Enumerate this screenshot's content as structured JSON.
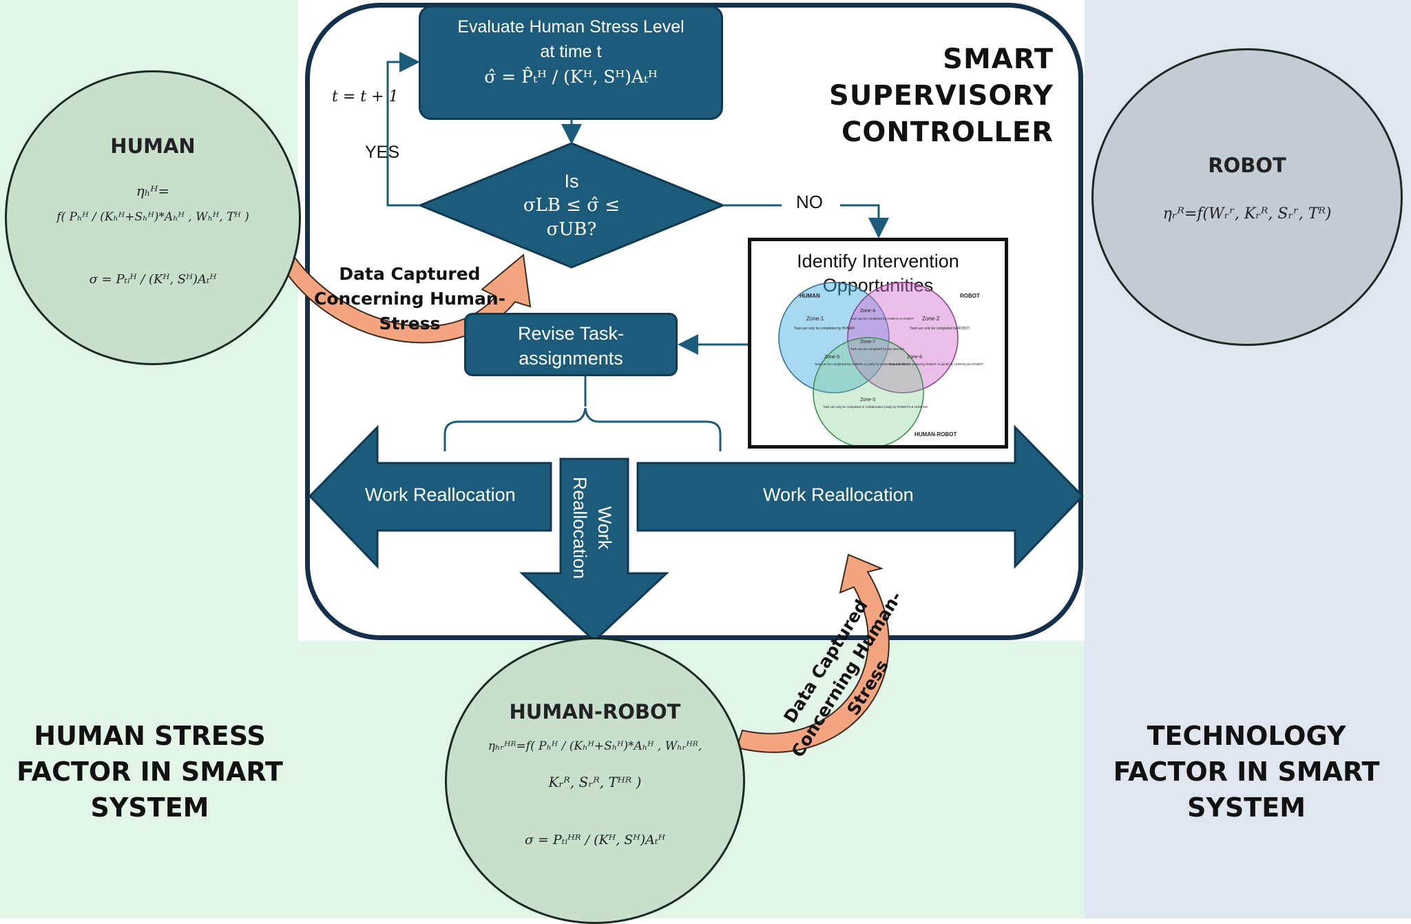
{
  "controller": {
    "title_lines": [
      "SMART",
      "SUPERVISORY",
      "CONTROLLER"
    ]
  },
  "evaluate": {
    "line1": "Evaluate Human Stress Level",
    "line2": "at time t",
    "formula": "σ̂ = P̂ₜᴴ / (Kᴴ, Sᴴ)Aₜᴴ"
  },
  "decision": {
    "line1": "Is",
    "line2": "σLB ≤ σ̂ ≤",
    "line3": "σUB?",
    "yes_label": "YES",
    "no_label": "NO",
    "increment": "t = t + 1"
  },
  "revise": {
    "line1": "Revise Task-",
    "line2": "assignments"
  },
  "identify": {
    "line1": "Identify Intervention",
    "line2": "Opportunities",
    "venn": {
      "human_label": "HUMAN",
      "robot_label": "ROBOT",
      "hr_label": "HUMAN-ROBOT",
      "zone1_title": "Zone-1",
      "zone1_text": "Task can only be completed by HUMAN",
      "zone2_title": "Zone-2",
      "zone2_text": "Task can only be completed by ROBOT",
      "zone3_title": "Zone-3",
      "zone3_text": "Task can only be completed in Collaboration jointly by ROBOTS & HUMANS",
      "zone4_title": "Zone-4",
      "zone4_text": "Task can be completed by HUMAN or ROBOT",
      "zone5_title": "Zone-5",
      "zone5_text": "Task can be completed by HUMAN or jointly by HUMAN and ROBOT",
      "zone6_title": "Zone-6",
      "zone6_text": "Task can be completed by ROBOT or jointly by HUMAN and ROBOT",
      "zone7_title": "Zone-7",
      "zone7_text": "Task can be completed by any Member",
      "colors": {
        "human": "#3fa9e0",
        "robot": "#d56fd0",
        "hr": "#7fcf8f"
      }
    }
  },
  "reallocation": {
    "left": "Work Reallocation",
    "right": "Work Reallocation",
    "down_line1": "Work",
    "down_line2": "Reallocation"
  },
  "data_captured": {
    "line1": "Data Captured",
    "line2": "Concerning Human-",
    "line3": "Stress"
  },
  "human": {
    "title": "HUMAN",
    "eq1_lhs": "ηₕᴴ=",
    "eq1_rhs": "f( Pₕᴴ / (Kₕᴴ+Sₕᴴ)*Aₕᴴ , Wₕᴴ, Tᴴ )",
    "eq2": "σ = Pₜᵢᴴ / (Kᴴ, Sᴴ)Aₜᴴ"
  },
  "robot": {
    "title": "ROBOT",
    "eq": "ηᵣᴿ=f(Wᵣʳ, Kᵣᴿ, Sᵣʳ, Tᴿ)"
  },
  "human_robot": {
    "title": "HUMAN-ROBOT",
    "eq1": "ηₕᵣᴴᴿ=f( Pₕᴴ / (Kₕᴴ+Sₕᴴ)*Aₕᴴ , Wₕᵣᴴᴿ,",
    "eq1b": "Kᵣᴿ, Sᵣᴿ, Tᴴᴿ )",
    "eq2": "σ = Pₜᵢᴴᴿ / (Kᴴ, Sᴴ)Aₜᴴ"
  },
  "left_factor": {
    "lines": [
      "HUMAN STRESS",
      "FACTOR IN SMART",
      "SYSTEM"
    ]
  },
  "right_factor": {
    "lines": [
      "TECHNOLOGY",
      "FACTOR IN SMART",
      "SYSTEM"
    ]
  },
  "colors": {
    "box_fill": "#1d5b7a",
    "box_border": "#0f3a52",
    "arrow_fill": "#1d5b7a",
    "curved_arrow": "#f2a57f",
    "left_bg": "#e3f5e6",
    "right_bg": "#dfe6ee"
  }
}
